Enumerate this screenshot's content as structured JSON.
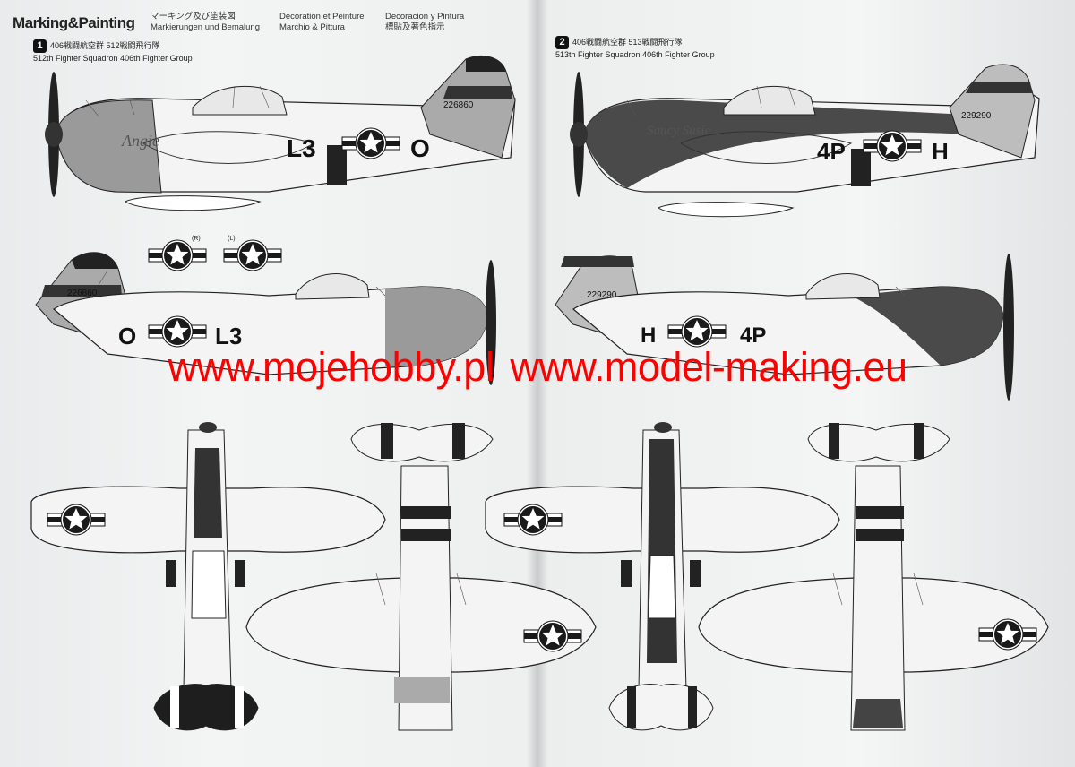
{
  "header": {
    "title": "Marking&Painting",
    "lang_jp": "マーキング及び塗装図",
    "lang_de": "Markierungen und Bemalung",
    "lang_fr": "Decoration et Peinture",
    "lang_it": "Marchio & Pittura",
    "lang_es": "Decoracion y Pintura",
    "lang_cn": "標貼及著色指示"
  },
  "schemes": [
    {
      "number": "1",
      "unit_jp": "406戦闘航空群 512戦闘飛行隊",
      "unit_en": "512th Fighter Squadron 406th Fighter Group",
      "code_left": "L3",
      "code_right": "O",
      "serial": "226860",
      "nose_art": "Angie"
    },
    {
      "number": "2",
      "unit_jp": "406戦闘航空群 513戦闘飛行隊",
      "unit_en": "513th Fighter Squadron 406th Fighter Group",
      "code_left": "4P",
      "code_right": "H",
      "serial": "229290",
      "nose_art": "Saucy Susie"
    }
  ],
  "insignia_labels": {
    "right": "(R)",
    "left": "(L)"
  },
  "watermark": {
    "left": "www.mojehobby.pl",
    "right": "www.model-making.eu"
  },
  "colors": {
    "watermark": "#ff0000",
    "paper": "#f2f3f3",
    "ink": "#1a1a1a",
    "stripe_dark": "#333333"
  }
}
